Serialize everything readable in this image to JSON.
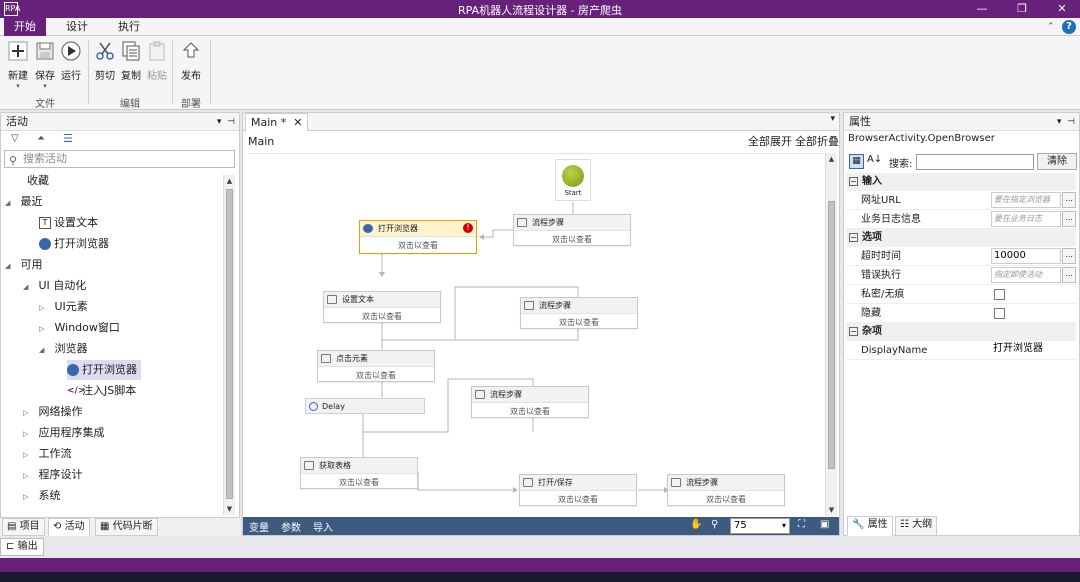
{
  "window": {
    "title": "RPA机器人流程设计器 - 房产爬虫",
    "app_icon": "RPA"
  },
  "ribbon_tabs": [
    "开始",
    "设计",
    "执行"
  ],
  "ribbon": {
    "buttons": [
      {
        "label": "新建",
        "icon": "plus-icon"
      },
      {
        "label": "保存",
        "icon": "save-icon"
      },
      {
        "label": "运行",
        "icon": "play-icon"
      },
      {
        "label": "剪切",
        "icon": "cut-icon"
      },
      {
        "label": "复制",
        "icon": "copy-icon"
      },
      {
        "label": "粘贴",
        "icon": "paste-icon"
      },
      {
        "label": "发布",
        "icon": "publish-icon"
      }
    ],
    "groups": [
      "文件",
      "编辑",
      "部署"
    ]
  },
  "activities": {
    "title": "活动",
    "search_placeholder": "搜索活动",
    "tree": [
      {
        "label": "收藏"
      },
      {
        "label": "最近"
      },
      {
        "label": "设置文本"
      },
      {
        "label": "打开浏览器"
      },
      {
        "label": "可用"
      },
      {
        "label": "UI 自动化"
      },
      {
        "label": "UI元素"
      },
      {
        "label": "Window窗口"
      },
      {
        "label": "浏览器"
      },
      {
        "label": "打开浏览器"
      },
      {
        "label": "注入JS脚本"
      },
      {
        "label": "网络操作"
      },
      {
        "label": "应用程序集成"
      },
      {
        "label": "工作流"
      },
      {
        "label": "程序设计"
      },
      {
        "label": "系统"
      }
    ],
    "bottom_tabs": [
      "项目",
      "活动",
      "代码片断"
    ],
    "output_tab": "输出"
  },
  "designer": {
    "tab_label": "Main *",
    "breadcrumb": "Main",
    "expand_all": "全部展开",
    "collapse_all": "全部折叠",
    "start_label": "Start",
    "activities": [
      {
        "title": "打开浏览器",
        "body": "双击以查看"
      },
      {
        "title": "流程步骤",
        "body": "双击以查看"
      },
      {
        "title": "设置文本",
        "body": "双击以查看"
      },
      {
        "title": "流程步骤",
        "body": "双击以查看"
      },
      {
        "title": "点击元素",
        "body": "双击以查看"
      },
      {
        "title": "Delay",
        "body": ""
      },
      {
        "title": "流程步骤",
        "body": "双击以查看"
      },
      {
        "title": "获取表格",
        "body": "双击以查看"
      },
      {
        "title": "打开/保存",
        "body": "双击以查看"
      },
      {
        "title": "流程步骤",
        "body": "双击以查看"
      }
    ],
    "footer": {
      "variables": "变量",
      "arguments": "参数",
      "imports": "导入",
      "zoom": "75"
    }
  },
  "properties": {
    "title": "属性",
    "type_name": "BrowserActivity.OpenBrowser",
    "search_label": "搜索:",
    "clear_label": "清除",
    "categories": [
      {
        "name": "输入",
        "rows": [
          {
            "name": "网址URL",
            "placeholder": "要在指定浏览器",
            "value": ""
          },
          {
            "name": "业务日志信息",
            "placeholder": "要在业务日志",
            "value": ""
          }
        ]
      },
      {
        "name": "选项",
        "rows": [
          {
            "name": "超时时间",
            "placeholder": "",
            "value": "10000"
          },
          {
            "name": "错误执行",
            "placeholder": "指定即使活动",
            "value": ""
          },
          {
            "name": "私密/无痕",
            "placeholder": "",
            "value": ""
          },
          {
            "name": "隐藏",
            "placeholder": "",
            "value": ""
          }
        ]
      },
      {
        "name": "杂项",
        "rows": [
          {
            "name": "DisplayName",
            "placeholder": "",
            "value": "打开浏览器"
          }
        ]
      }
    ],
    "tabs": [
      "属性",
      "大纲"
    ]
  },
  "colors": {
    "brand": "#68217a",
    "designer_footer": "#3d5a80",
    "start": "#7a9b12",
    "error": "#cc0000"
  }
}
